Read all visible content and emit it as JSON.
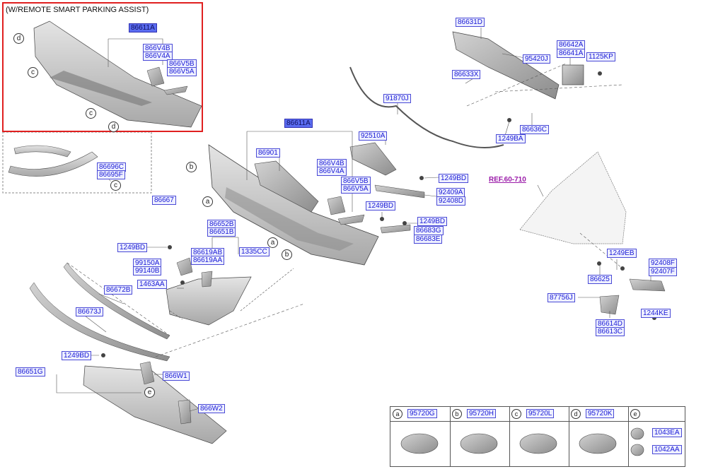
{
  "detail_box": {
    "title": "(W/REMOTE SMART PARKING ASSIST)",
    "parts": [
      "86611A",
      "866V4B",
      "866V4A",
      "866V5B",
      "866V5A"
    ],
    "callouts": [
      "d",
      "c",
      "c",
      "d"
    ]
  },
  "ref": "REF.60-710",
  "parts": {
    "p86631D": "86631D",
    "p95420J": "95420J",
    "p86642A": "86642A",
    "p86641A": "86641A",
    "p1125KP": "1125KP",
    "p86633X": "86633X",
    "p91870J": "91870J",
    "p1249BA": "1249BA",
    "p86636C": "86636C",
    "p86611A": "86611A",
    "p92510A": "92510A",
    "p86901": "86901",
    "p866V4B": "866V4B",
    "p866V4A": "866V4A",
    "p1249BD_1": "1249BD",
    "p866V5B": "866V5B",
    "p866V5A": "866V5A",
    "p92409A": "92409A",
    "p92408D": "92408D",
    "p86696C": "86696C",
    "p86695F": "86695F",
    "p86667": "86667",
    "p1249BD_2": "1249BD",
    "p1249BD_3": "1249BD",
    "p86683G": "86683G",
    "p86683E": "86683E",
    "p86652B": "86652B",
    "p86651B": "86651B",
    "p1249BD_4": "1249BD",
    "p1335CC": "1335CC",
    "p86619AB": "86619AB",
    "p86619AA": "86619AA",
    "p99150A": "99150A",
    "p99140B": "99140B",
    "p1463AA": "1463AA",
    "p86672B": "86672B",
    "p86673J": "86673J",
    "p1249BD_5": "1249BD",
    "p86651G": "86651G",
    "p866W1": "866W1",
    "p866W2": "866W2",
    "p1249EB": "1249EB",
    "p92408F": "92408F",
    "p92407F": "92407F",
    "p86625": "86625",
    "p87756J": "87756J",
    "p1244KE": "1244KE",
    "p86614D": "86614D",
    "p86613C": "86613C"
  },
  "callouts": {
    "b1": "b",
    "c1": "c",
    "a1": "a",
    "a2": "a",
    "b2": "b",
    "e1": "e"
  },
  "legend": [
    {
      "key": "a",
      "code": "95720G"
    },
    {
      "key": "b",
      "code": "95720H"
    },
    {
      "key": "c",
      "code": "95720L"
    },
    {
      "key": "d",
      "code": "95720K"
    },
    {
      "key": "e",
      "codes": [
        "1043EA",
        "1042AA"
      ]
    }
  ]
}
